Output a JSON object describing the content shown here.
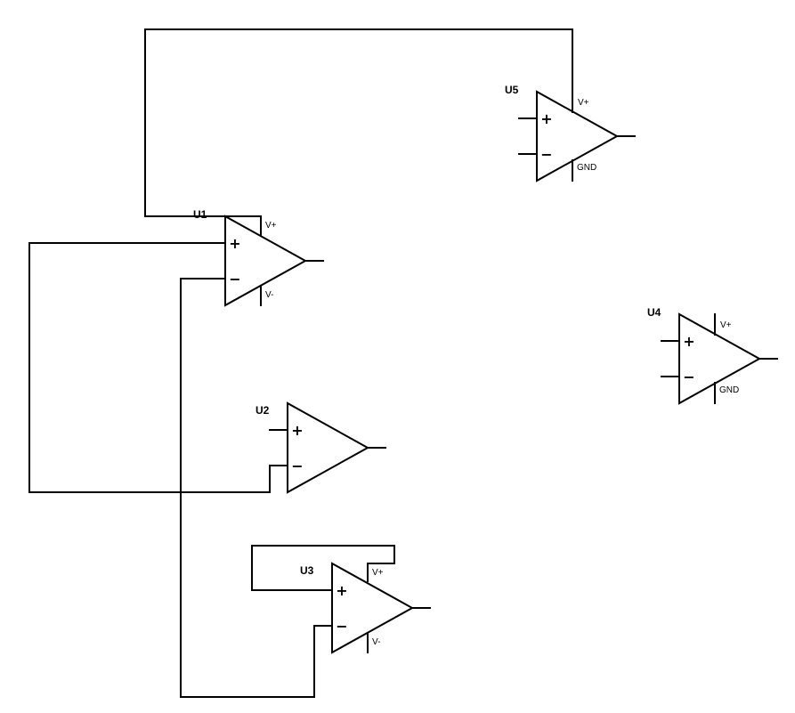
{
  "colors": {
    "background": "#ffffff",
    "ink": "#000000"
  },
  "components": {
    "u1": {
      "ref": "U1",
      "plus": "+",
      "minus": "−",
      "top_pin": "V+",
      "bottom_pin": "V-"
    },
    "u2": {
      "ref": "U2",
      "plus": "+",
      "minus": "−"
    },
    "u3": {
      "ref": "U3",
      "plus": "+",
      "minus": "−",
      "top_pin": "V+",
      "bottom_pin": "V-"
    },
    "u4": {
      "ref": "U4",
      "plus": "+",
      "minus": "−",
      "top_pin": "V+",
      "bottom_pin": "GND"
    },
    "u5": {
      "ref": "U5",
      "plus": "+",
      "minus": "−",
      "top_pin": "V+",
      "bottom_pin": "GND"
    }
  }
}
